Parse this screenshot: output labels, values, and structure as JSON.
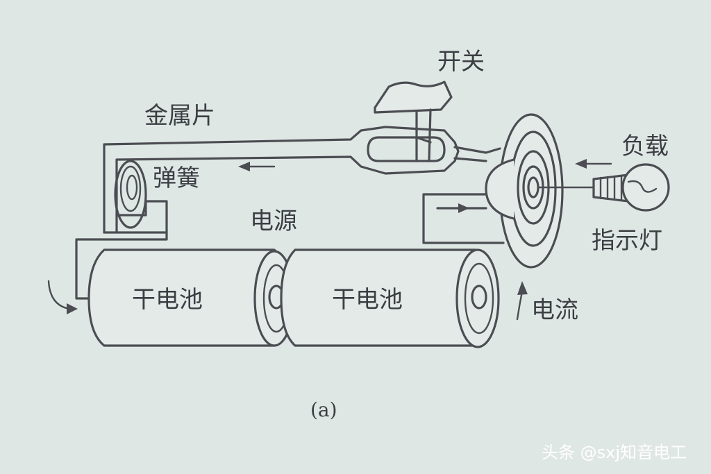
{
  "diagram": {
    "labels": {
      "switch": "开关",
      "metal_strip": "金属片",
      "spring": "弹簧",
      "power_source": "电源",
      "load": "负载",
      "indicator_lamp": "指示灯",
      "battery_1": "干电池",
      "battery_2": "干电池",
      "current": "电流",
      "caption": "(a)"
    },
    "watermark": "头条 @sxj知音电工"
  },
  "colors": {
    "background": "#dfe7e4",
    "ink": "#4b4d52"
  }
}
